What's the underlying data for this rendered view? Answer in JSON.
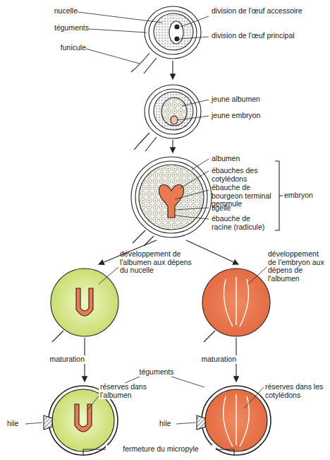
{
  "diagram": {
    "labels": [
      "nucelle",
      "division de l'œuf accessoire",
      "téguments",
      "division de l'œuf principal",
      "funicule",
      "jeune albumen",
      "jeune embryon",
      "albumen",
      "ébauches des cotylédons",
      "ébauche de bourgeon terminal gemmule",
      "tigelle",
      "ébauche de racine (radicule)",
      "embryon",
      "développement de l'albumen aux dépens du nucelle",
      "développement de l'embryon aux dépens de l'albumen",
      "maturation",
      "maturation",
      "téguments",
      "réserves dans l'albumen",
      "réserves dans les cotylédons",
      "hile",
      "hile",
      "fermeture du micropyle"
    ]
  }
}
